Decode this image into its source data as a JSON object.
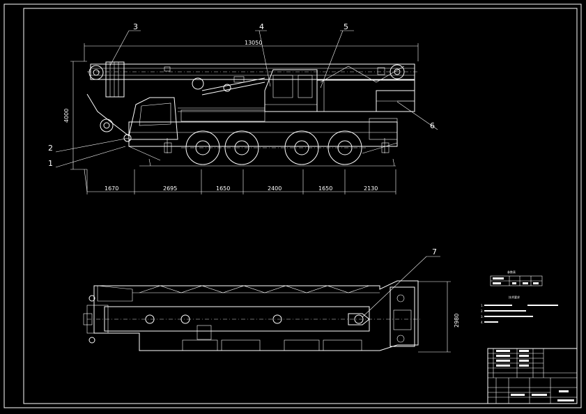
{
  "side_view": {
    "overall_length": "13050",
    "overall_height": "4000",
    "bottom_dims": [
      "1670",
      "2695",
      "1650",
      "2400",
      "1650",
      "2130"
    ],
    "callouts": [
      "1",
      "2",
      "3",
      "4",
      "5",
      "6"
    ]
  },
  "top_view": {
    "width_dim": "2980",
    "callouts": [
      "7"
    ]
  },
  "notes_panel": {
    "table_title": "参数表",
    "tech_title": "技术要求",
    "lines": [
      "1.",
      "2.",
      "3.",
      "4."
    ]
  },
  "title_block": {
    "drawing_no": ""
  }
}
